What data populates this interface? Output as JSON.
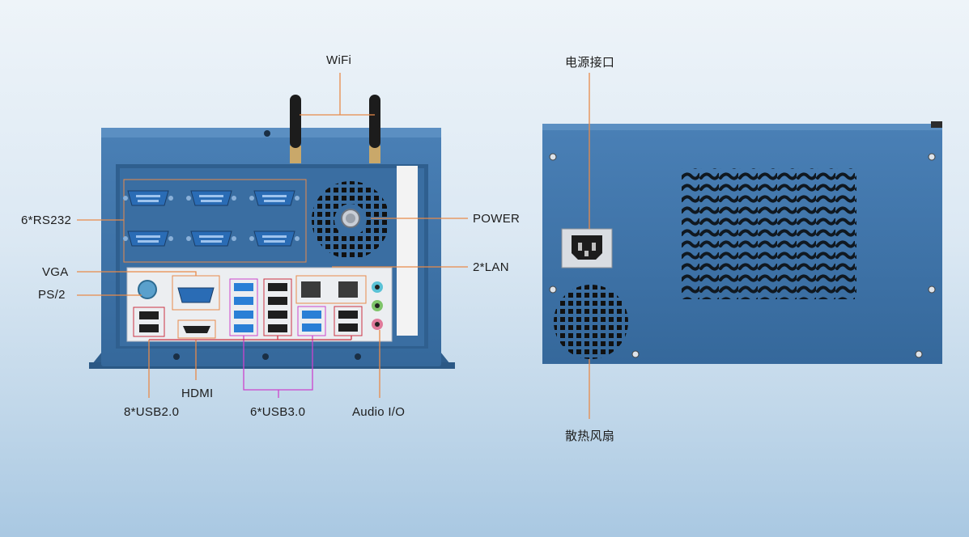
{
  "labels": {
    "wifi": "WiFi",
    "rs232": "6*RS232",
    "vga": "VGA",
    "ps2": "PS/2",
    "power": "POWER",
    "lan": "2*LAN",
    "hdmi": "HDMI",
    "usb2": "8*USB2.0",
    "usb3": "6*USB3.0",
    "audio": "Audio I/O",
    "power_port": "电源接口",
    "fan": "散热风扇"
  },
  "colors": {
    "chassis": "#3f74a8",
    "chassis_dark": "#2e5d8c",
    "panel": "#e8eaee",
    "leader": "#e88a4a",
    "usb3_box": "#cc44cc",
    "usb2_box": "#cc3344"
  }
}
